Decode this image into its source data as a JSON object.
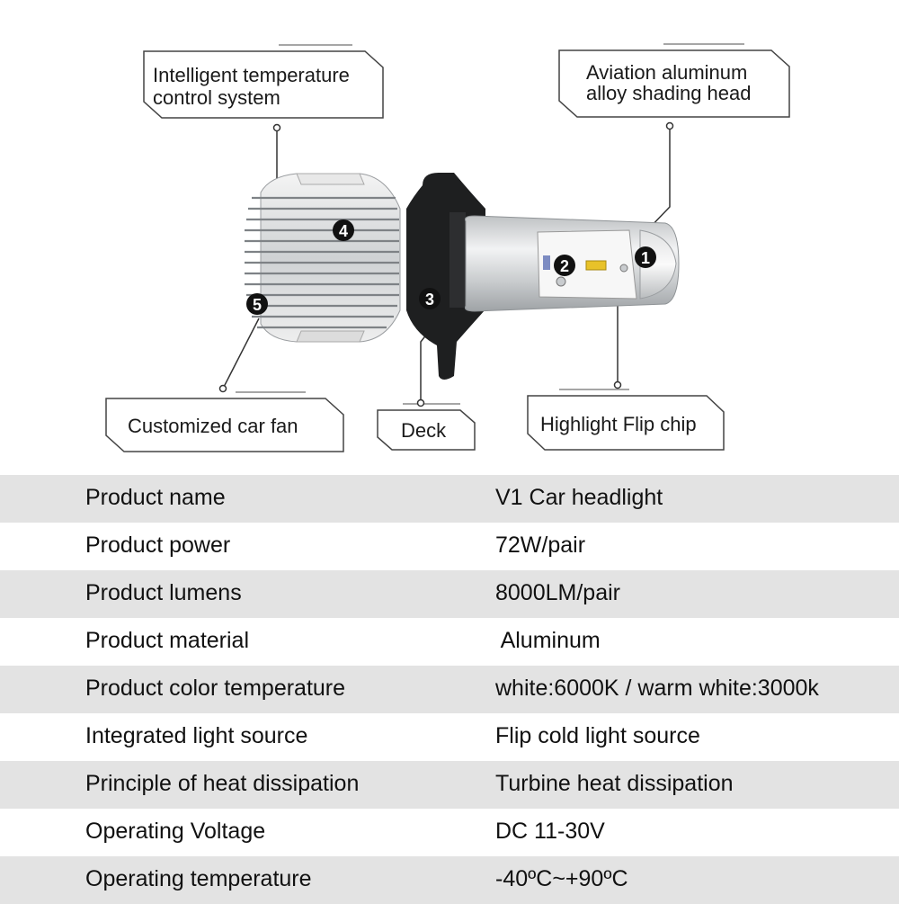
{
  "callouts": {
    "c1": "Intelligent temperature",
    "c1b": " control system",
    "c2": "Aviation aluminum",
    "c2b": "alloy shading head",
    "c3": "Customized car fan",
    "c4": "Deck",
    "c5": "Highlight Flip chip"
  },
  "markers": [
    "1",
    "2",
    "3",
    "4",
    "5"
  ],
  "colors": {
    "row_shade": "#e3e3e3",
    "marker": "#111111",
    "text": "#111111"
  },
  "specs": [
    {
      "label": "Product name",
      "value": "V1 Car headlight"
    },
    {
      "label": "Product power",
      "value": "72W/pair"
    },
    {
      "label": "Product lumens",
      "value": "8000LM/pair"
    },
    {
      "label": "Product material",
      "value": " Aluminum"
    },
    {
      "label": "Product color temperature",
      "value": "white:6000K / warm white:3000k"
    },
    {
      "label": "Integrated light source",
      "value": "Flip cold light source"
    },
    {
      "label": "Principle of heat dissipation",
      "value": "Turbine heat dissipation"
    },
    {
      "label": "Operating Voltage",
      "value": "DC 11-30V"
    },
    {
      "label": "Operating temperature",
      "value": "-40ºC~+90ºC"
    }
  ]
}
